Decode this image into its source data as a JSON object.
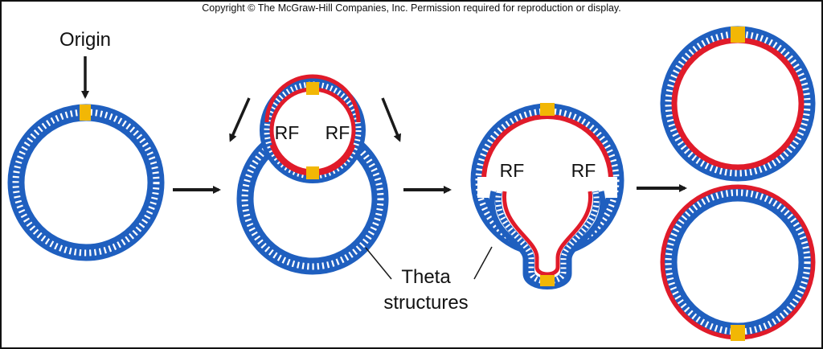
{
  "header": {
    "copyright": "Copyright © The McGraw-Hill Companies, Inc. Permission required for reproduction or display."
  },
  "labels": {
    "origin": "Origin",
    "rf_left_stage2": "RF",
    "rf_right_stage2": "RF",
    "rf_left_stage3": "RF",
    "rf_right_stage3": "RF",
    "theta_line1": "Theta",
    "theta_line2": "structures"
  },
  "colors": {
    "parental_strand": "#1f5fbf",
    "new_strand": "#e01b2a",
    "origin": "#f2b705",
    "base_pairs": "#ffffff",
    "arrow": "#1a1a1a"
  }
}
